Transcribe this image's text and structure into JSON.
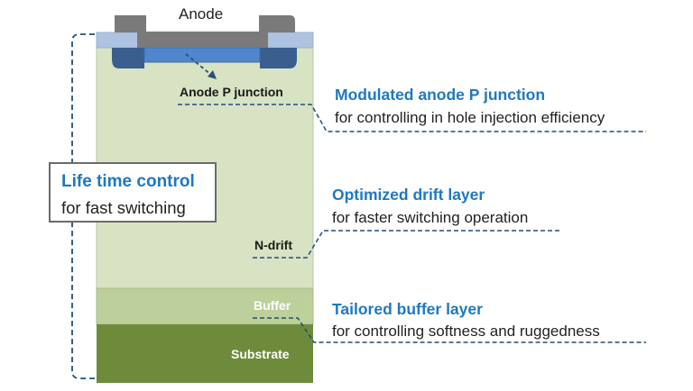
{
  "anode": {
    "title": "Anode",
    "junction_label": "Anode P junction"
  },
  "layers": {
    "ndrift": "N-drift",
    "buffer": "Buffer",
    "substrate": "Substrate"
  },
  "lifetime": {
    "heading": "Life time control",
    "sub": "for fast switching"
  },
  "features": [
    {
      "heading": "Modulated anode P junction",
      "sub": "for controlling in hole injection efficiency"
    },
    {
      "heading": "Optimized drift layer",
      "sub": "for faster switching operation"
    },
    {
      "heading": "Tailored buffer layer",
      "sub": "for controlling softness and ruggedness"
    }
  ],
  "colors": {
    "accent": "#1f78c1",
    "drift": "#d8e3c3",
    "buffer": "#bdd09b",
    "substrate": "#6e8b3b",
    "metal": "#7a7a7a",
    "oxide": "#aec3e0",
    "p_region_dark": "#3a5f8f",
    "p_region_light": "#4f86cc"
  }
}
